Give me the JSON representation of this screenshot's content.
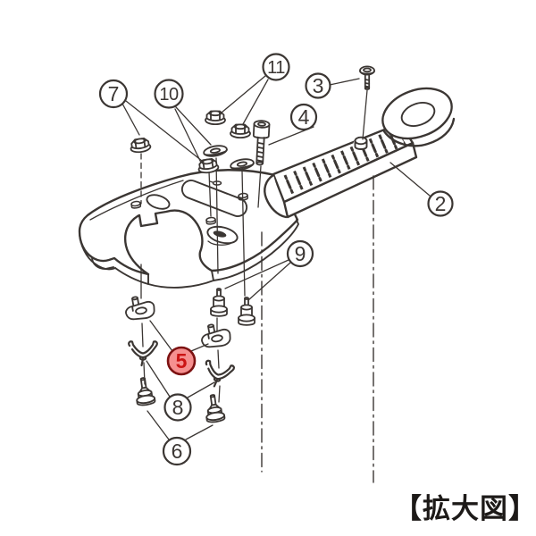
{
  "figure": {
    "caption": "【拡大図】"
  },
  "colors": {
    "line": "#3b3633",
    "background": "#ffffff",
    "highlight_fill": "#f59090",
    "highlight_stroke": "#7d1212",
    "highlight_text": "#cb1414",
    "caption_text": "#1d1a18"
  },
  "highlight": {
    "selected_callout": "5"
  },
  "callouts": {
    "2": {
      "number": "2",
      "part": "handle-body"
    },
    "3": {
      "number": "3",
      "part": "button-screw"
    },
    "4": {
      "number": "4",
      "part": "socket-cap-screw"
    },
    "5": {
      "number": "5",
      "part": "pawl-latch"
    },
    "6": {
      "number": "6",
      "part": "pivot-screw"
    },
    "7": {
      "number": "7",
      "part": "flange-nut"
    },
    "8": {
      "number": "8",
      "part": "spring-clip"
    },
    "9": {
      "number": "9",
      "part": "stopper-pin"
    },
    "10": {
      "number": "10",
      "part": "washer"
    },
    "11": {
      "number": "11",
      "part": "hex-nut"
    }
  }
}
